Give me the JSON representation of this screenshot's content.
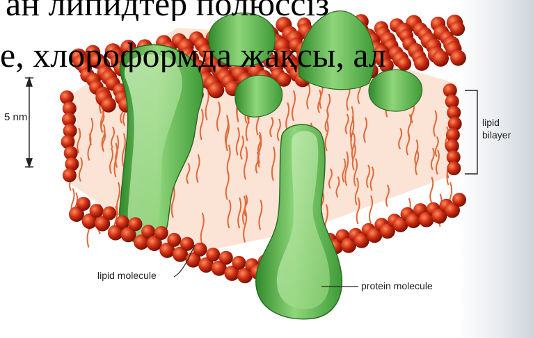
{
  "slide_text": {
    "line_1": "ан липидтер полюссіз",
    "line_2": "е, хлороформда жақсы, ал"
  },
  "labels": {
    "scale": "5 nm",
    "bilayer_line_1": "lipid",
    "bilayer_line_2": "bilayer",
    "lipid_molecule": "lipid molecule",
    "protein_molecule": "protein molecule"
  },
  "colors": {
    "lipid_head": "#c0230f",
    "lipid_tail": "#e06a3a",
    "protein": "#7cc868"
  }
}
